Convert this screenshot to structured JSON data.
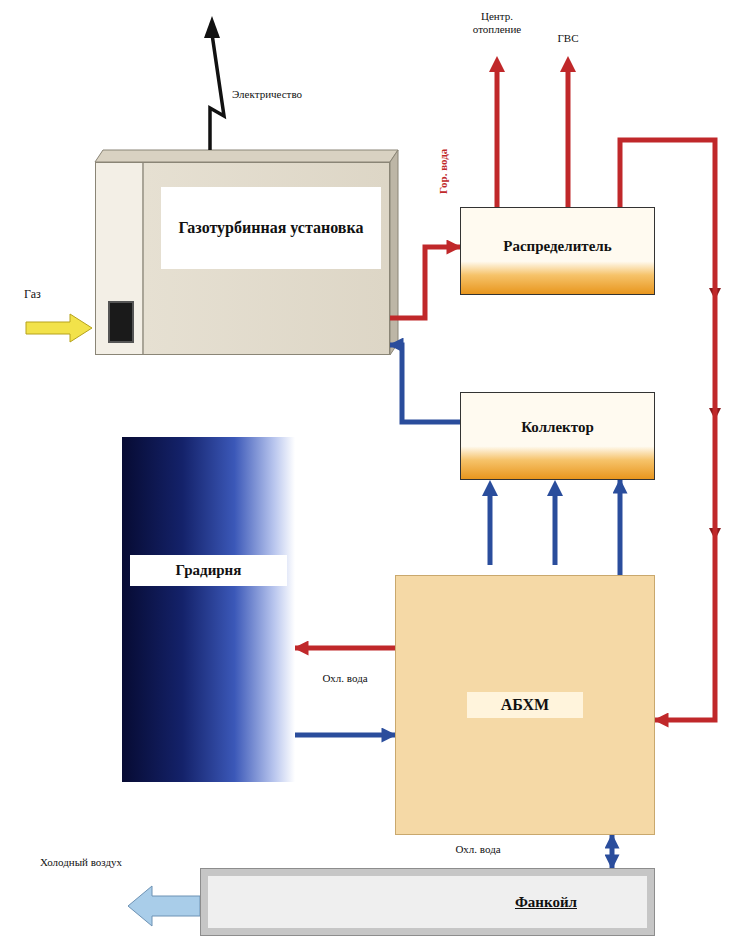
{
  "diagram": {
    "nodes": [
      {
        "text": [
          "Газотурбинная установка"
        ]
      },
      {
        "text": [
          "Распределитель"
        ]
      },
      {
        "text": [
          "Коллектор"
        ]
      },
      {
        "text": [
          "Градирня"
        ]
      },
      {
        "text": [
          "АБХМ"
        ]
      },
      {
        "text": [
          "Фанкойл"
        ]
      }
    ],
    "edges": [
      {
        "from": 0,
        "to": 1,
        "arrow": "to"
      },
      {
        "from": 2,
        "to": 0,
        "arrow": "to"
      },
      {
        "from": 1,
        "to": 4,
        "arrow": "to"
      },
      {
        "from": 4,
        "to": 2,
        "arrow": "to"
      },
      {
        "from": 4,
        "to": 3,
        "arrow": "to"
      },
      {
        "from": 3,
        "to": 4,
        "arrow": "to"
      },
      {
        "from": 4,
        "to": 5,
        "arrow": "both"
      }
    ],
    "labels": [
      "Электричество",
      "Газ",
      "Гор. вода",
      "Центр. отопление",
      "ГВС",
      "Охл. вода",
      "Охл. вода",
      "Холодный воздух"
    ]
  }
}
